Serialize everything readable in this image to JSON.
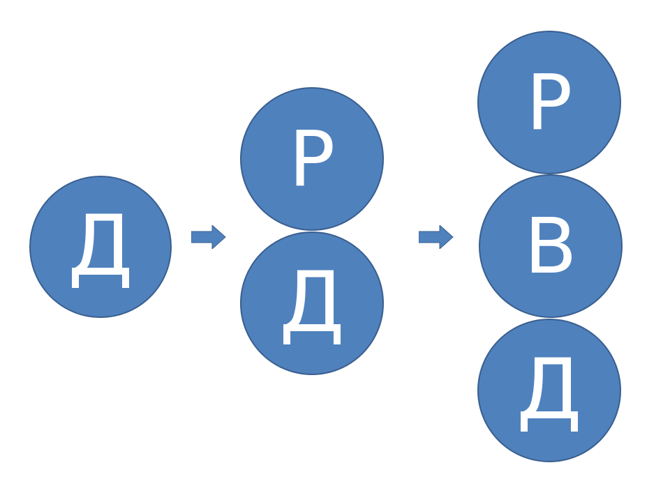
{
  "colors": {
    "circle_fill": "#4f81bd",
    "circle_stroke": "#3a5f8f",
    "arrow_fill": "#4f81bd",
    "letter": "#ffffff"
  },
  "stages": [
    {
      "circles": [
        {
          "letter": "Д"
        }
      ]
    },
    {
      "circles": [
        {
          "letter": "Р"
        },
        {
          "letter": "Д"
        }
      ]
    },
    {
      "circles": [
        {
          "letter": "Р"
        },
        {
          "letter": "В"
        },
        {
          "letter": "Д"
        }
      ]
    }
  ],
  "arrows": [
    {
      "icon": "right-arrow-icon"
    },
    {
      "icon": "right-arrow-icon"
    }
  ]
}
